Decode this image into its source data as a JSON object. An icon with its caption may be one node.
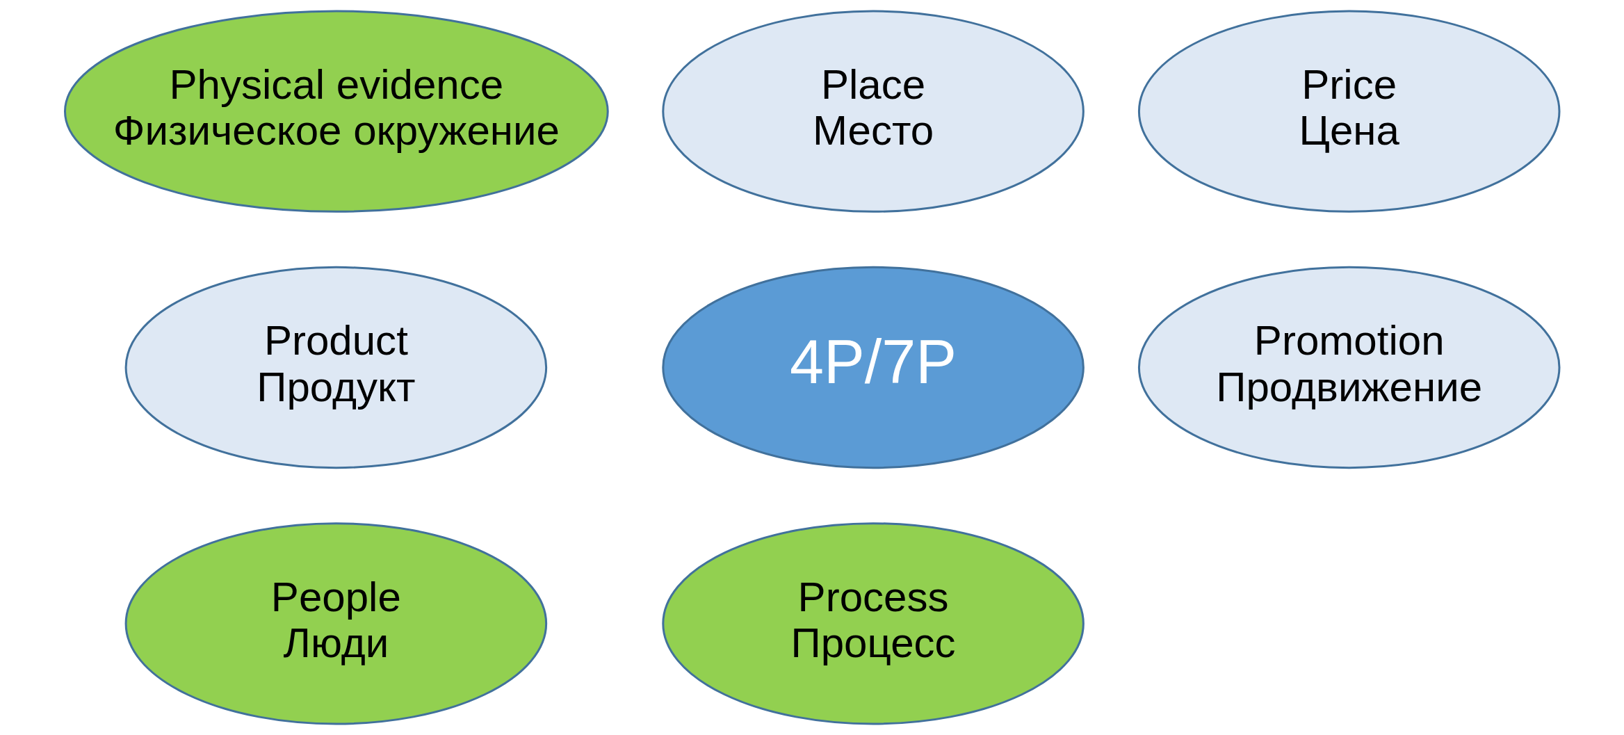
{
  "diagram": {
    "nodes": [
      {
        "text": [
          "Place",
          "Место"
        ]
      },
      {
        "text": [
          "Price",
          "Цена"
        ]
      },
      {
        "text": [
          "Product",
          "Продукт"
        ]
      },
      {
        "text": [
          "4P/7P"
        ]
      },
      {
        "text": [
          "Promotion",
          "Продвижение"
        ]
      },
      {
        "text": [
          "People",
          "Люди"
        ]
      },
      {
        "text": [
          "Process",
          "Процесс"
        ]
      },
      {
        "text": [
          "Physical evidence",
          "Физическое окружение"
        ]
      }
    ],
    "edges": []
  }
}
